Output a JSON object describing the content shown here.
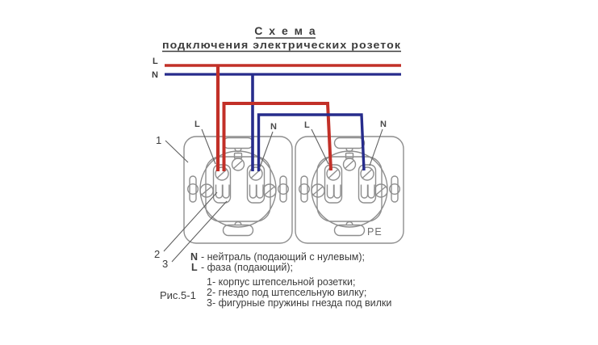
{
  "title": {
    "line1": "С х е м а",
    "line2": "подключения электрических розеток"
  },
  "supply_lines": {
    "phase_label": "L",
    "neutral_label": "N"
  },
  "socket_labels": {
    "left_phase": "L",
    "left_neutral": "N",
    "right_phase": "L",
    "right_neutral": "N",
    "right_pe": "PE"
  },
  "callouts": {
    "n1": "1",
    "n2": "2",
    "n3": "3"
  },
  "legend": {
    "neutral_key": "N",
    "neutral_desc": "- нейтраль (подающий с нулевым);",
    "phase_key": "L",
    "phase_desc": "- фаза (подающий);",
    "item1": "1- корпус штепсельной розетки;",
    "item2": "2- гнездо под штепсельную вилку;",
    "item3": "3- фигурные пружины гнезда под вилки"
  },
  "figure_caption": "Рис.5-1",
  "colors": {
    "phase_wire": "#c23028",
    "neutral_wire": "#272c8c",
    "diagram_outline": "#8e8e8e",
    "text": "#3c3c3c"
  }
}
